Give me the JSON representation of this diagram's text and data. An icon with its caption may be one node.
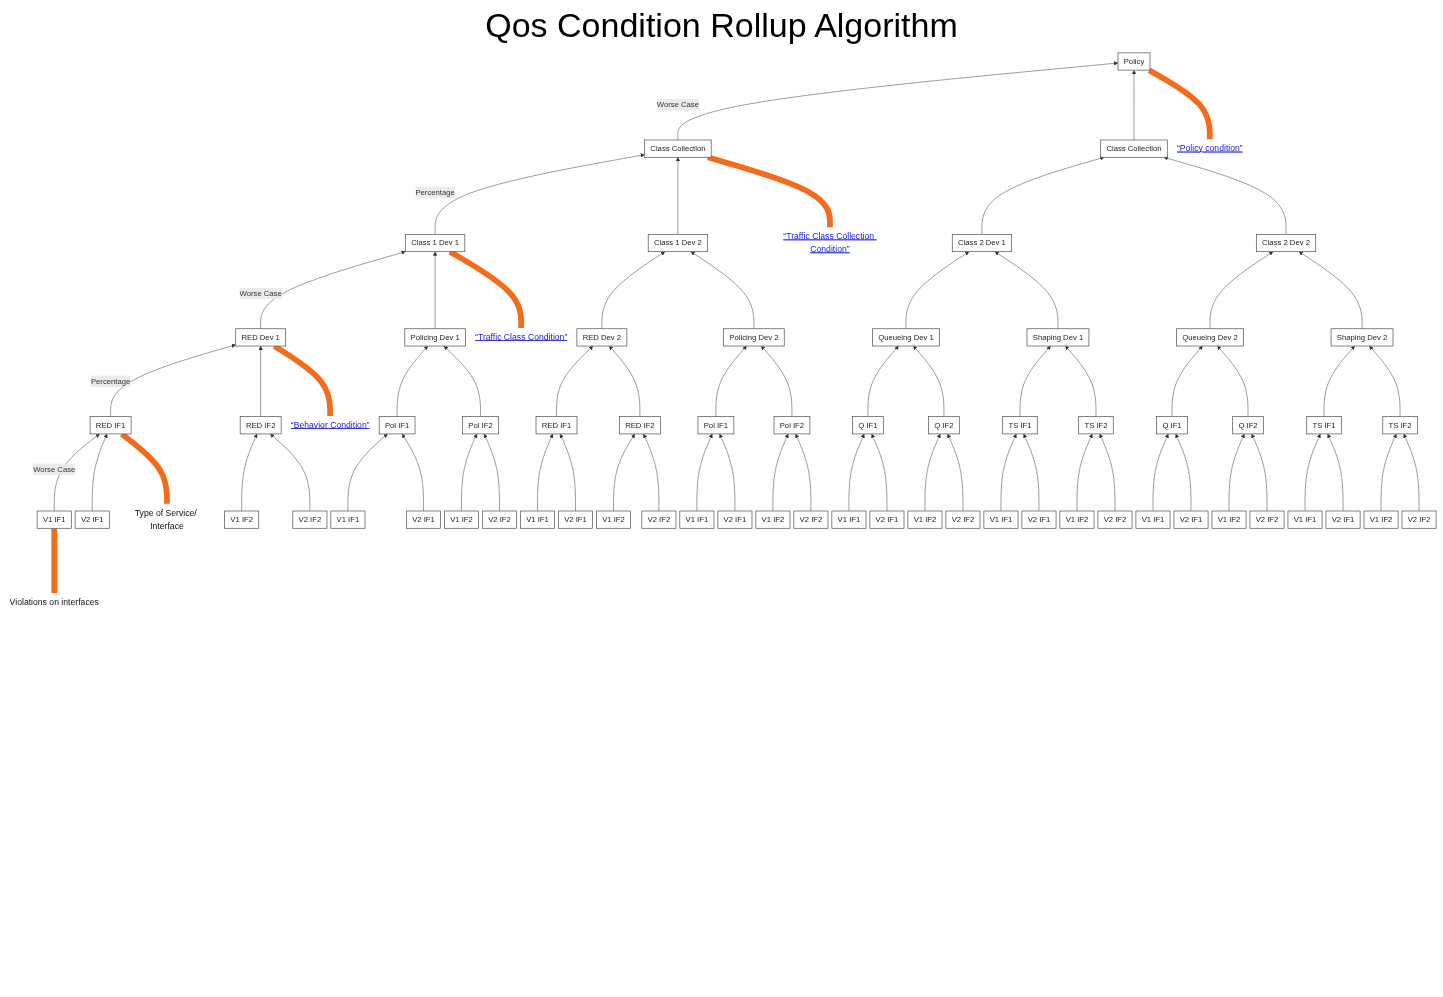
{
  "diagram": {
    "title": "Qos Condition Rollup Algorithm",
    "nodes": [
      {
        "text": [
          "“Policy condition”"
        ]
      },
      {
        "text": [
          "Policy"
        ]
      },
      {
        "text": [
          "“Traffic Class Collection Condition”"
        ]
      },
      {
        "text": [
          "Class Collection"
        ]
      },
      {
        "text": [
          "Class Collection"
        ]
      },
      {
        "text": [
          "“Traffic Class Condition”"
        ]
      },
      {
        "text": [
          "Class 1 Dev 1"
        ]
      },
      {
        "text": [
          "Class 1 Dev 2"
        ]
      },
      {
        "text": [
          "Class 2 Dev 1"
        ]
      },
      {
        "text": [
          "Class 2 Dev 2"
        ]
      },
      {
        "text": [
          "“Behavior Condition”"
        ]
      },
      {
        "text": [
          "RED Dev 1"
        ]
      },
      {
        "text": [
          "Policing Dev 1"
        ]
      },
      {
        "text": [
          "RED Dev 2"
        ]
      },
      {
        "text": [
          "Policing Dev 2"
        ]
      },
      {
        "text": [
          "Queueing Dev 1"
        ]
      },
      {
        "text": [
          "Shaping Dev 1"
        ]
      },
      {
        "text": [
          "Queueing Dev 2"
        ]
      },
      {
        "text": [
          "Shaping Dev 2"
        ]
      },
      {
        "text": [
          "Type of Service/ Interface"
        ]
      },
      {
        "text": [
          "RED IF1"
        ]
      },
      {
        "text": [
          "RED IF2"
        ]
      },
      {
        "text": [
          "Pol IF1"
        ]
      },
      {
        "text": [
          "Pol IF2"
        ]
      },
      {
        "text": [
          "RED IF1"
        ]
      },
      {
        "text": [
          "RED IF2"
        ]
      },
      {
        "text": [
          "Pol IF1"
        ]
      },
      {
        "text": [
          "Pol IF2"
        ]
      },
      {
        "text": [
          "Q IF1"
        ]
      },
      {
        "text": [
          "Q IF2"
        ]
      },
      {
        "text": [
          "TS IF1"
        ]
      },
      {
        "text": [
          "TS IF2"
        ]
      },
      {
        "text": [
          "Q IF1"
        ]
      },
      {
        "text": [
          "Q IF2"
        ]
      },
      {
        "text": [
          "TS IF1"
        ]
      },
      {
        "text": [
          "TS IF2"
        ]
      },
      {
        "text": [
          "Violations on interfaces"
        ]
      },
      {
        "text": [
          "V1 IF1"
        ]
      },
      {
        "text": [
          "V2 IF1"
        ]
      },
      {
        "text": [
          "V1 IF2"
        ]
      },
      {
        "text": [
          "V2 IF2"
        ]
      },
      {
        "text": [
          "V1 IF1"
        ]
      },
      {
        "text": [
          "V2 IF1"
        ]
      },
      {
        "text": [
          "V1 IF2"
        ]
      },
      {
        "text": [
          "V2 IF2"
        ]
      },
      {
        "text": [
          "V1 IF1"
        ]
      },
      {
        "text": [
          "V2 IF1"
        ]
      },
      {
        "text": [
          "V1 IF2"
        ]
      },
      {
        "text": [
          "V2 IF2"
        ]
      },
      {
        "text": [
          "V1 IF1"
        ]
      },
      {
        "text": [
          "V2 IF1"
        ]
      },
      {
        "text": [
          "V1 IF2"
        ]
      },
      {
        "text": [
          "V2 IF2"
        ]
      },
      {
        "text": [
          "V1 IF1"
        ]
      },
      {
        "text": [
          "V2 IF1"
        ]
      },
      {
        "text": [
          "V1 IF2"
        ]
      },
      {
        "text": [
          "V2 IF2"
        ]
      },
      {
        "text": [
          "V1 IF1"
        ]
      },
      {
        "text": [
          "V2 IF1"
        ]
      },
      {
        "text": [
          "V1 IF2"
        ]
      },
      {
        "text": [
          "V2 IF2"
        ]
      },
      {
        "text": [
          "V1 IF1"
        ]
      },
      {
        "text": [
          "V2 IF1"
        ]
      },
      {
        "text": [
          "V1 IF2"
        ]
      },
      {
        "text": [
          "V2 IF2"
        ]
      },
      {
        "text": [
          "V1 IF1"
        ]
      },
      {
        "text": [
          "V2 IF1"
        ]
      },
      {
        "text": [
          "V1 IF2"
        ]
      },
      {
        "text": [
          "V2 IF2"
        ]
      }
    ],
    "edges": [
      {
        "from": 3,
        "to": 1,
        "arrow": "to",
        "label": "Worse Case"
      },
      {
        "from": 4,
        "to": 1,
        "arrow": "to"
      },
      {
        "from": 6,
        "to": 3,
        "arrow": "to",
        "label": "Percentage"
      },
      {
        "from": 7,
        "to": 3,
        "arrow": "to"
      },
      {
        "from": 8,
        "to": 4,
        "arrow": "to"
      },
      {
        "from": 9,
        "to": 4,
        "arrow": "to"
      },
      {
        "from": 11,
        "to": 6,
        "arrow": "to",
        "label": "Worse Case"
      },
      {
        "from": 12,
        "to": 6,
        "arrow": "to"
      },
      {
        "from": 13,
        "to": 7,
        "arrow": "to"
      },
      {
        "from": 14,
        "to": 7,
        "arrow": "to"
      },
      {
        "from": 15,
        "to": 8,
        "arrow": "to"
      },
      {
        "from": 16,
        "to": 8,
        "arrow": "to"
      },
      {
        "from": 17,
        "to": 9,
        "arrow": "to"
      },
      {
        "from": 18,
        "to": 9,
        "arrow": "to"
      },
      {
        "from": 20,
        "to": 11,
        "arrow": "to",
        "label": "Percentage"
      },
      {
        "from": 21,
        "to": 11,
        "arrow": "to"
      },
      {
        "from": 22,
        "to": 12,
        "arrow": "to"
      },
      {
        "from": 23,
        "to": 12,
        "arrow": "to"
      },
      {
        "from": 24,
        "to": 13,
        "arrow": "to"
      },
      {
        "from": 25,
        "to": 13,
        "arrow": "to"
      },
      {
        "from": 26,
        "to": 14,
        "arrow": "to"
      },
      {
        "from": 27,
        "to": 14,
        "arrow": "to"
      },
      {
        "from": 28,
        "to": 15,
        "arrow": "to"
      },
      {
        "from": 29,
        "to": 15,
        "arrow": "to"
      },
      {
        "from": 30,
        "to": 16,
        "arrow": "to"
      },
      {
        "from": 31,
        "to": 16,
        "arrow": "to"
      },
      {
        "from": 32,
        "to": 17,
        "arrow": "to"
      },
      {
        "from": 33,
        "to": 17,
        "arrow": "to"
      },
      {
        "from": 34,
        "to": 18,
        "arrow": "to"
      },
      {
        "from": 35,
        "to": 18,
        "arrow": "to"
      },
      {
        "from": 37,
        "to": 20,
        "arrow": "to",
        "label": "Worse Case"
      },
      {
        "from": 38,
        "to": 20,
        "arrow": "to"
      },
      {
        "from": 39,
        "to": 21,
        "arrow": "to"
      },
      {
        "from": 40,
        "to": 21,
        "arrow": "to"
      },
      {
        "from": 41,
        "to": 22,
        "arrow": "to"
      },
      {
        "from": 42,
        "to": 22,
        "arrow": "to"
      },
      {
        "from": 43,
        "to": 23,
        "arrow": "to"
      },
      {
        "from": 44,
        "to": 23,
        "arrow": "to"
      },
      {
        "from": 45,
        "to": 24,
        "arrow": "to"
      },
      {
        "from": 46,
        "to": 24,
        "arrow": "to"
      },
      {
        "from": 47,
        "to": 25,
        "arrow": "to"
      },
      {
        "from": 48,
        "to": 25,
        "arrow": "to"
      },
      {
        "from": 49,
        "to": 26,
        "arrow": "to"
      },
      {
        "from": 50,
        "to": 26,
        "arrow": "to"
      },
      {
        "from": 51,
        "to": 27,
        "arrow": "to"
      },
      {
        "from": 52,
        "to": 27,
        "arrow": "to"
      },
      {
        "from": 53,
        "to": 28,
        "arrow": "to"
      },
      {
        "from": 54,
        "to": 28,
        "arrow": "to"
      },
      {
        "from": 55,
        "to": 29,
        "arrow": "to"
      },
      {
        "from": 56,
        "to": 29,
        "arrow": "to"
      },
      {
        "from": 57,
        "to": 30,
        "arrow": "to"
      },
      {
        "from": 58,
        "to": 30,
        "arrow": "to"
      },
      {
        "from": 59,
        "to": 31,
        "arrow": "to"
      },
      {
        "from": 60,
        "to": 31,
        "arrow": "to"
      },
      {
        "from": 61,
        "to": 32,
        "arrow": "to"
      },
      {
        "from": 62,
        "to": 32,
        "arrow": "to"
      },
      {
        "from": 63,
        "to": 33,
        "arrow": "to"
      },
      {
        "from": 64,
        "to": 33,
        "arrow": "to"
      },
      {
        "from": 65,
        "to": 34,
        "arrow": "to"
      },
      {
        "from": 66,
        "to": 34,
        "arrow": "to"
      },
      {
        "from": 67,
        "to": 35,
        "arrow": "to"
      },
      {
        "from": 68,
        "to": 35,
        "arrow": "to"
      },
      {
        "from": 0,
        "to": 1,
        "arrow": "none",
        "style": "thick",
        "color": "#f26c1c"
      },
      {
        "from": 2,
        "to": 3,
        "arrow": "none",
        "style": "thick",
        "color": "#f26c1c"
      },
      {
        "from": 5,
        "to": 6,
        "arrow": "none",
        "style": "thick",
        "color": "#f26c1c"
      },
      {
        "from": 10,
        "to": 11,
        "arrow": "none",
        "style": "thick",
        "color": "#f26c1c"
      },
      {
        "from": 19,
        "to": 20,
        "arrow": "none",
        "style": "thick",
        "color": "#f26c1c"
      },
      {
        "from": 36,
        "to": 37,
        "arrow": "none",
        "style": "thick",
        "color": "#f26c1c"
      }
    ]
  }
}
